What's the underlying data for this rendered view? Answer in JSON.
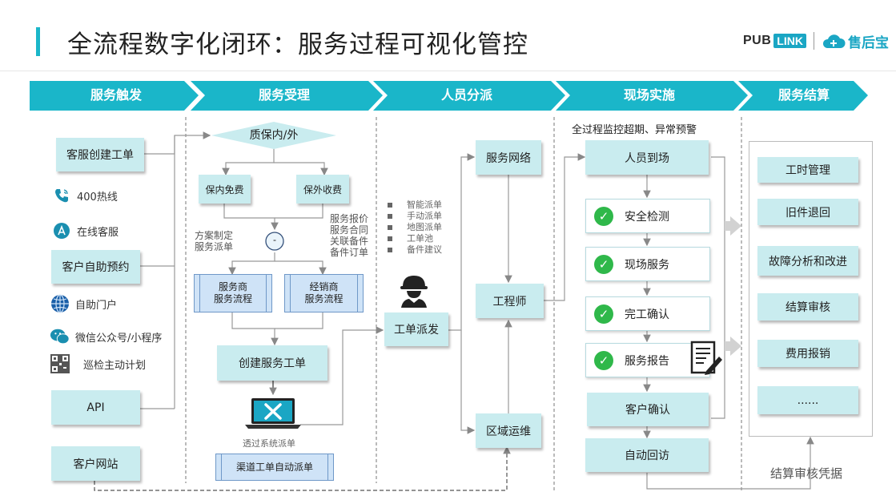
{
  "title": "全流程数字化闭环：服务过程可视化管控",
  "logo": {
    "pub": "PUB",
    "link": "LINK",
    "cn": "售后宝"
  },
  "stages": [
    "服务触发",
    "服务受理",
    "人员分派",
    "现场实施",
    "服务结算"
  ],
  "trigger": {
    "kefu": "客服创建工单",
    "hotline": "400热线",
    "online": "在线客服",
    "self_booking": "客户自助预约",
    "portal": "自助门户",
    "wechat": "微信公众号/小程序",
    "patrol": "巡检主动计划",
    "api": "API",
    "website": "客户网站"
  },
  "accept": {
    "decision": "质保内/外",
    "in_free": "保内免费",
    "out_charge": "保外收费",
    "plan_left": [
      "方案制定",
      "服务派单"
    ],
    "plan_right": [
      "服务报价",
      "服务合同",
      "关联备件",
      "备件订单"
    ],
    "merge": "-",
    "provider_flow": [
      "服务商",
      "服务流程"
    ],
    "dealer_flow": [
      "经销商",
      "服务流程"
    ],
    "create_order": "创建服务工单",
    "system_dispatch": "透过系统派单",
    "channel_auto": "渠道工单自动派单"
  },
  "dispatch": {
    "strategies": [
      "智能派单",
      "手动派单",
      "地图派单",
      "工单池",
      "备件建议"
    ],
    "order_dispatch": "工单派发",
    "network": "服务网络",
    "engineer": "工程师",
    "regional": "区域运维"
  },
  "onsite": {
    "monitor": "全过程监控超期、异常预警",
    "arrive": "人员到场",
    "safety": "安全检测",
    "service": "现场服务",
    "complete": "完工确认",
    "report": "服务报告",
    "customer_confirm": "客户确认",
    "revisit": "自动回访"
  },
  "settle": {
    "items": [
      "工时管理",
      "旧件退回",
      "故障分析和改进",
      "结算审核",
      "费用报销",
      "......"
    ],
    "basis": "结算审核凭据"
  },
  "colors": {
    "teal": "#1ab6c9",
    "box": "#c9ecef",
    "check": "#2fb84a"
  }
}
